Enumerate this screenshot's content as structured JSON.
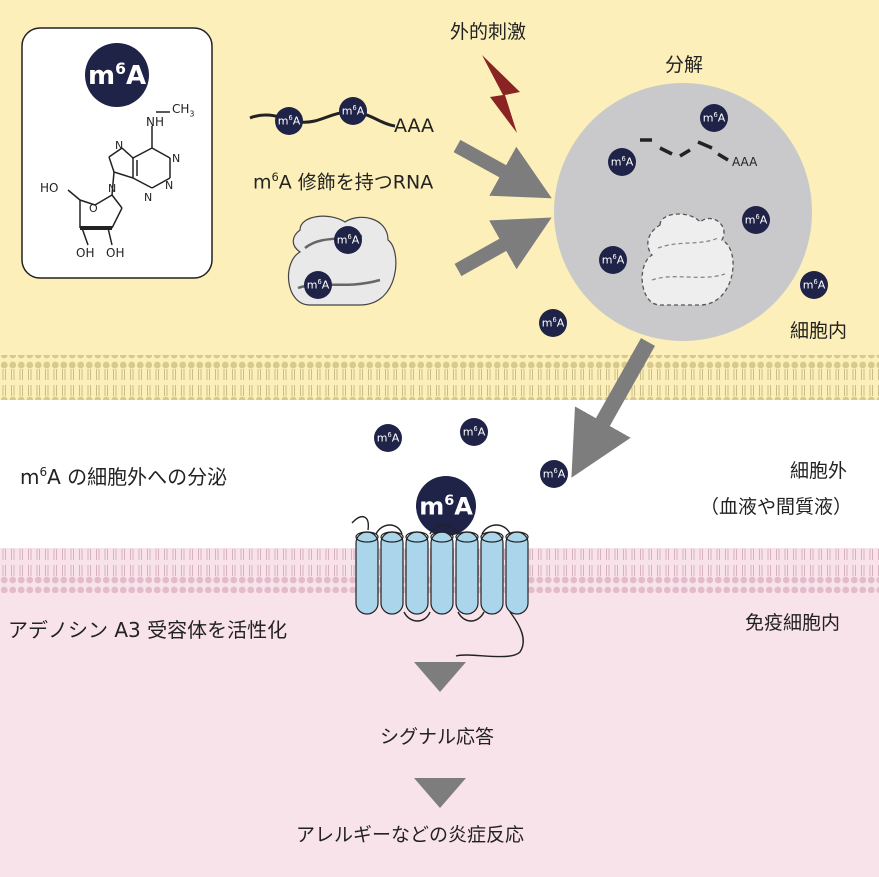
{
  "molecule_panel": {
    "badge_base": "m",
    "badge_sup": "6",
    "badge_tail": "A",
    "methyl_label": "CH",
    "methyl_sub": "3",
    "nh_label": "N",
    "nh_h": "H",
    "ring_n": "N",
    "ho_label": "HO",
    "oh1_label": "OH",
    "oh2_label": "OH",
    "o_label": "O"
  },
  "small_badge": {
    "base": "m",
    "sup": "6",
    "tail": "A"
  },
  "rna": {
    "polyA": "AAA",
    "label_base": "m",
    "label_sup": "6",
    "label_tail": "A 修飾を持つRNA"
  },
  "stimulus_label": "外的刺激",
  "degradation_label": "分解",
  "degraded_polyA": "AAA",
  "intracellular_label": "細胞内",
  "extracellular_label": "細胞外",
  "extracellular_sub": "（血液や間質液）",
  "secretion_label": {
    "base": "m",
    "sup": "6",
    "tail": "A の細胞外への分泌"
  },
  "receptor_label": "アデノシン A3 受容体を活性化",
  "immune_label": "免疫細胞内",
  "signal_label": "シグナル応答",
  "outcome_label": "アレルギーなどの炎症反応",
  "colors": {
    "intracellular_bg": "#fcefb9",
    "immune_bg": "#f9e3ea",
    "badge": "#1f2348",
    "arrow": "#7d7d7d",
    "lightning": "#8a2424",
    "receptor": "#aad5ea",
    "lysosome": "#c9c9cb"
  }
}
